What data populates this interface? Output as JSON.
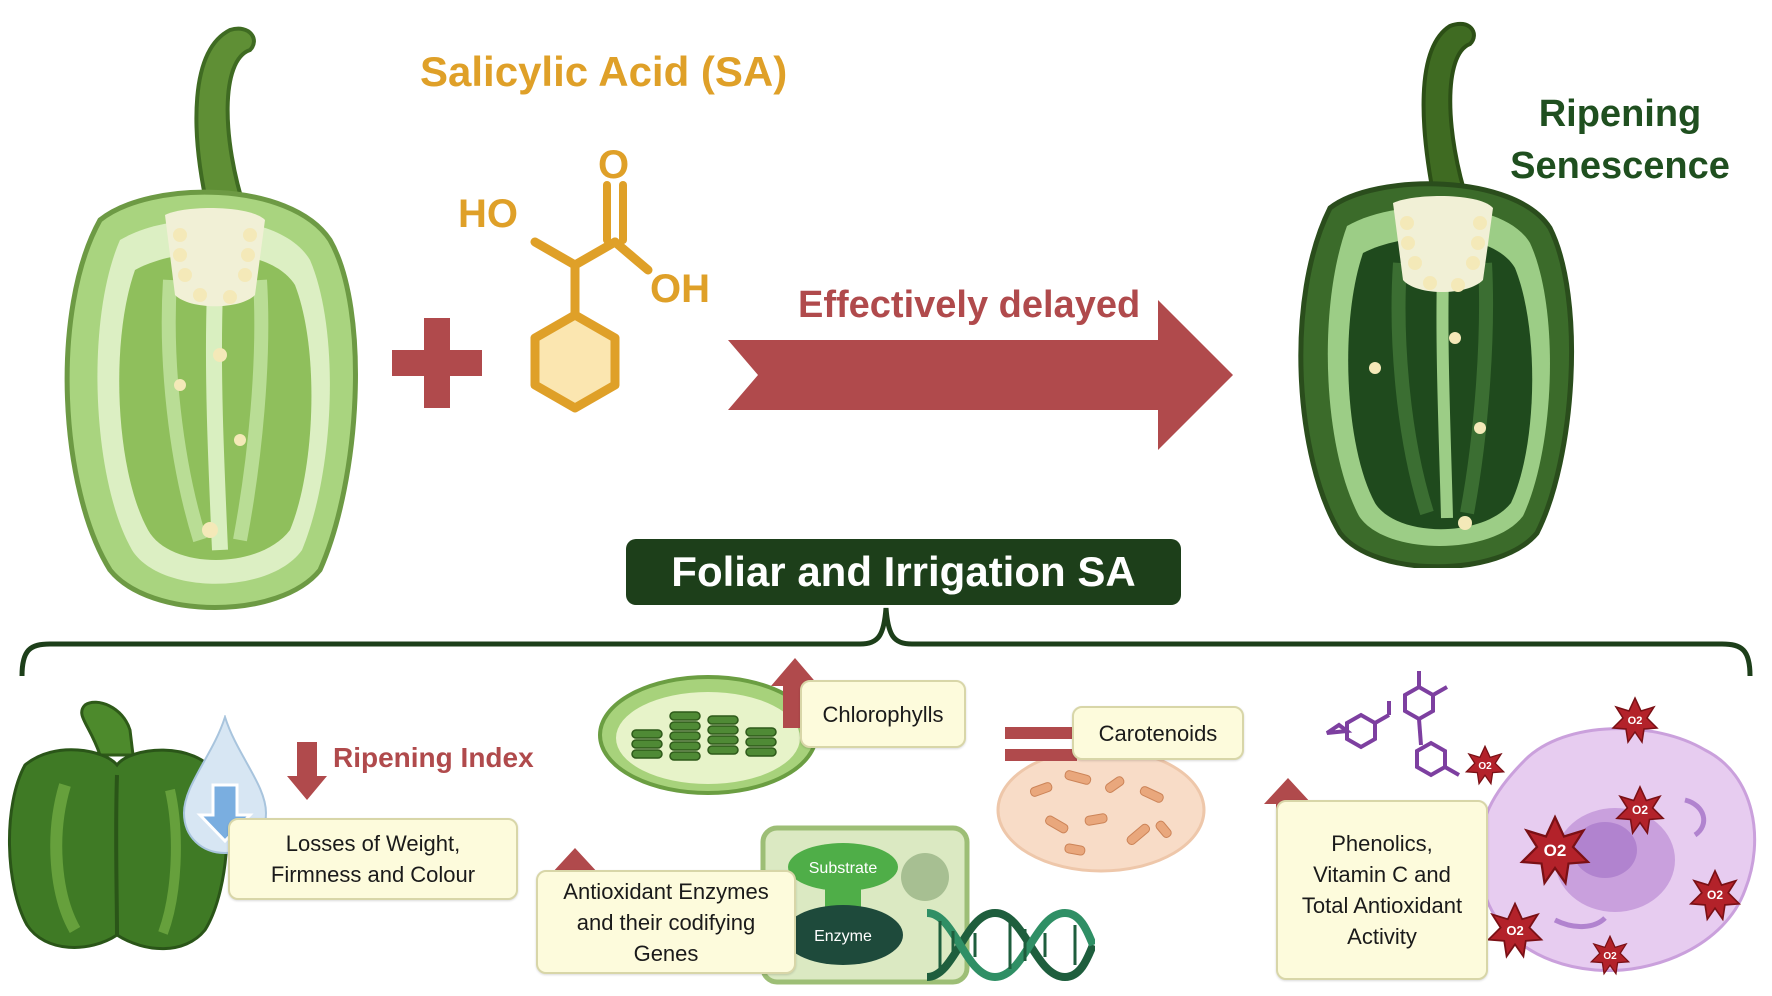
{
  "title": "Salicylic Acid (SA)",
  "molecule": {
    "ho": "HO",
    "oh": "OH",
    "o": "O"
  },
  "result_label": [
    "Ripening",
    "Senescence"
  ],
  "arrow_label": "Effectively delayed",
  "banner": "Foliar and Irrigation SA",
  "ripening_index": "Ripening Index",
  "boxes": {
    "losses": "Losses of Weight, Firmness and Colour",
    "chlorophylls": "Chlorophylls",
    "carotenoids": "Carotenoids",
    "antioxidant": "Antioxidant Enzymes and their codifying Genes",
    "phenolics": "Phenolics, Vitamin C and Total Antioxidant Activity"
  },
  "enzyme_diagram": {
    "substrate": "Substrate",
    "enzyme": "Enzyme"
  },
  "ros_label": "O2",
  "colors": {
    "title": "#dfa028",
    "accent_red": "#b04a4c",
    "dark_green": "#1d3f1a",
    "box_fill": "#fdfbdc"
  }
}
